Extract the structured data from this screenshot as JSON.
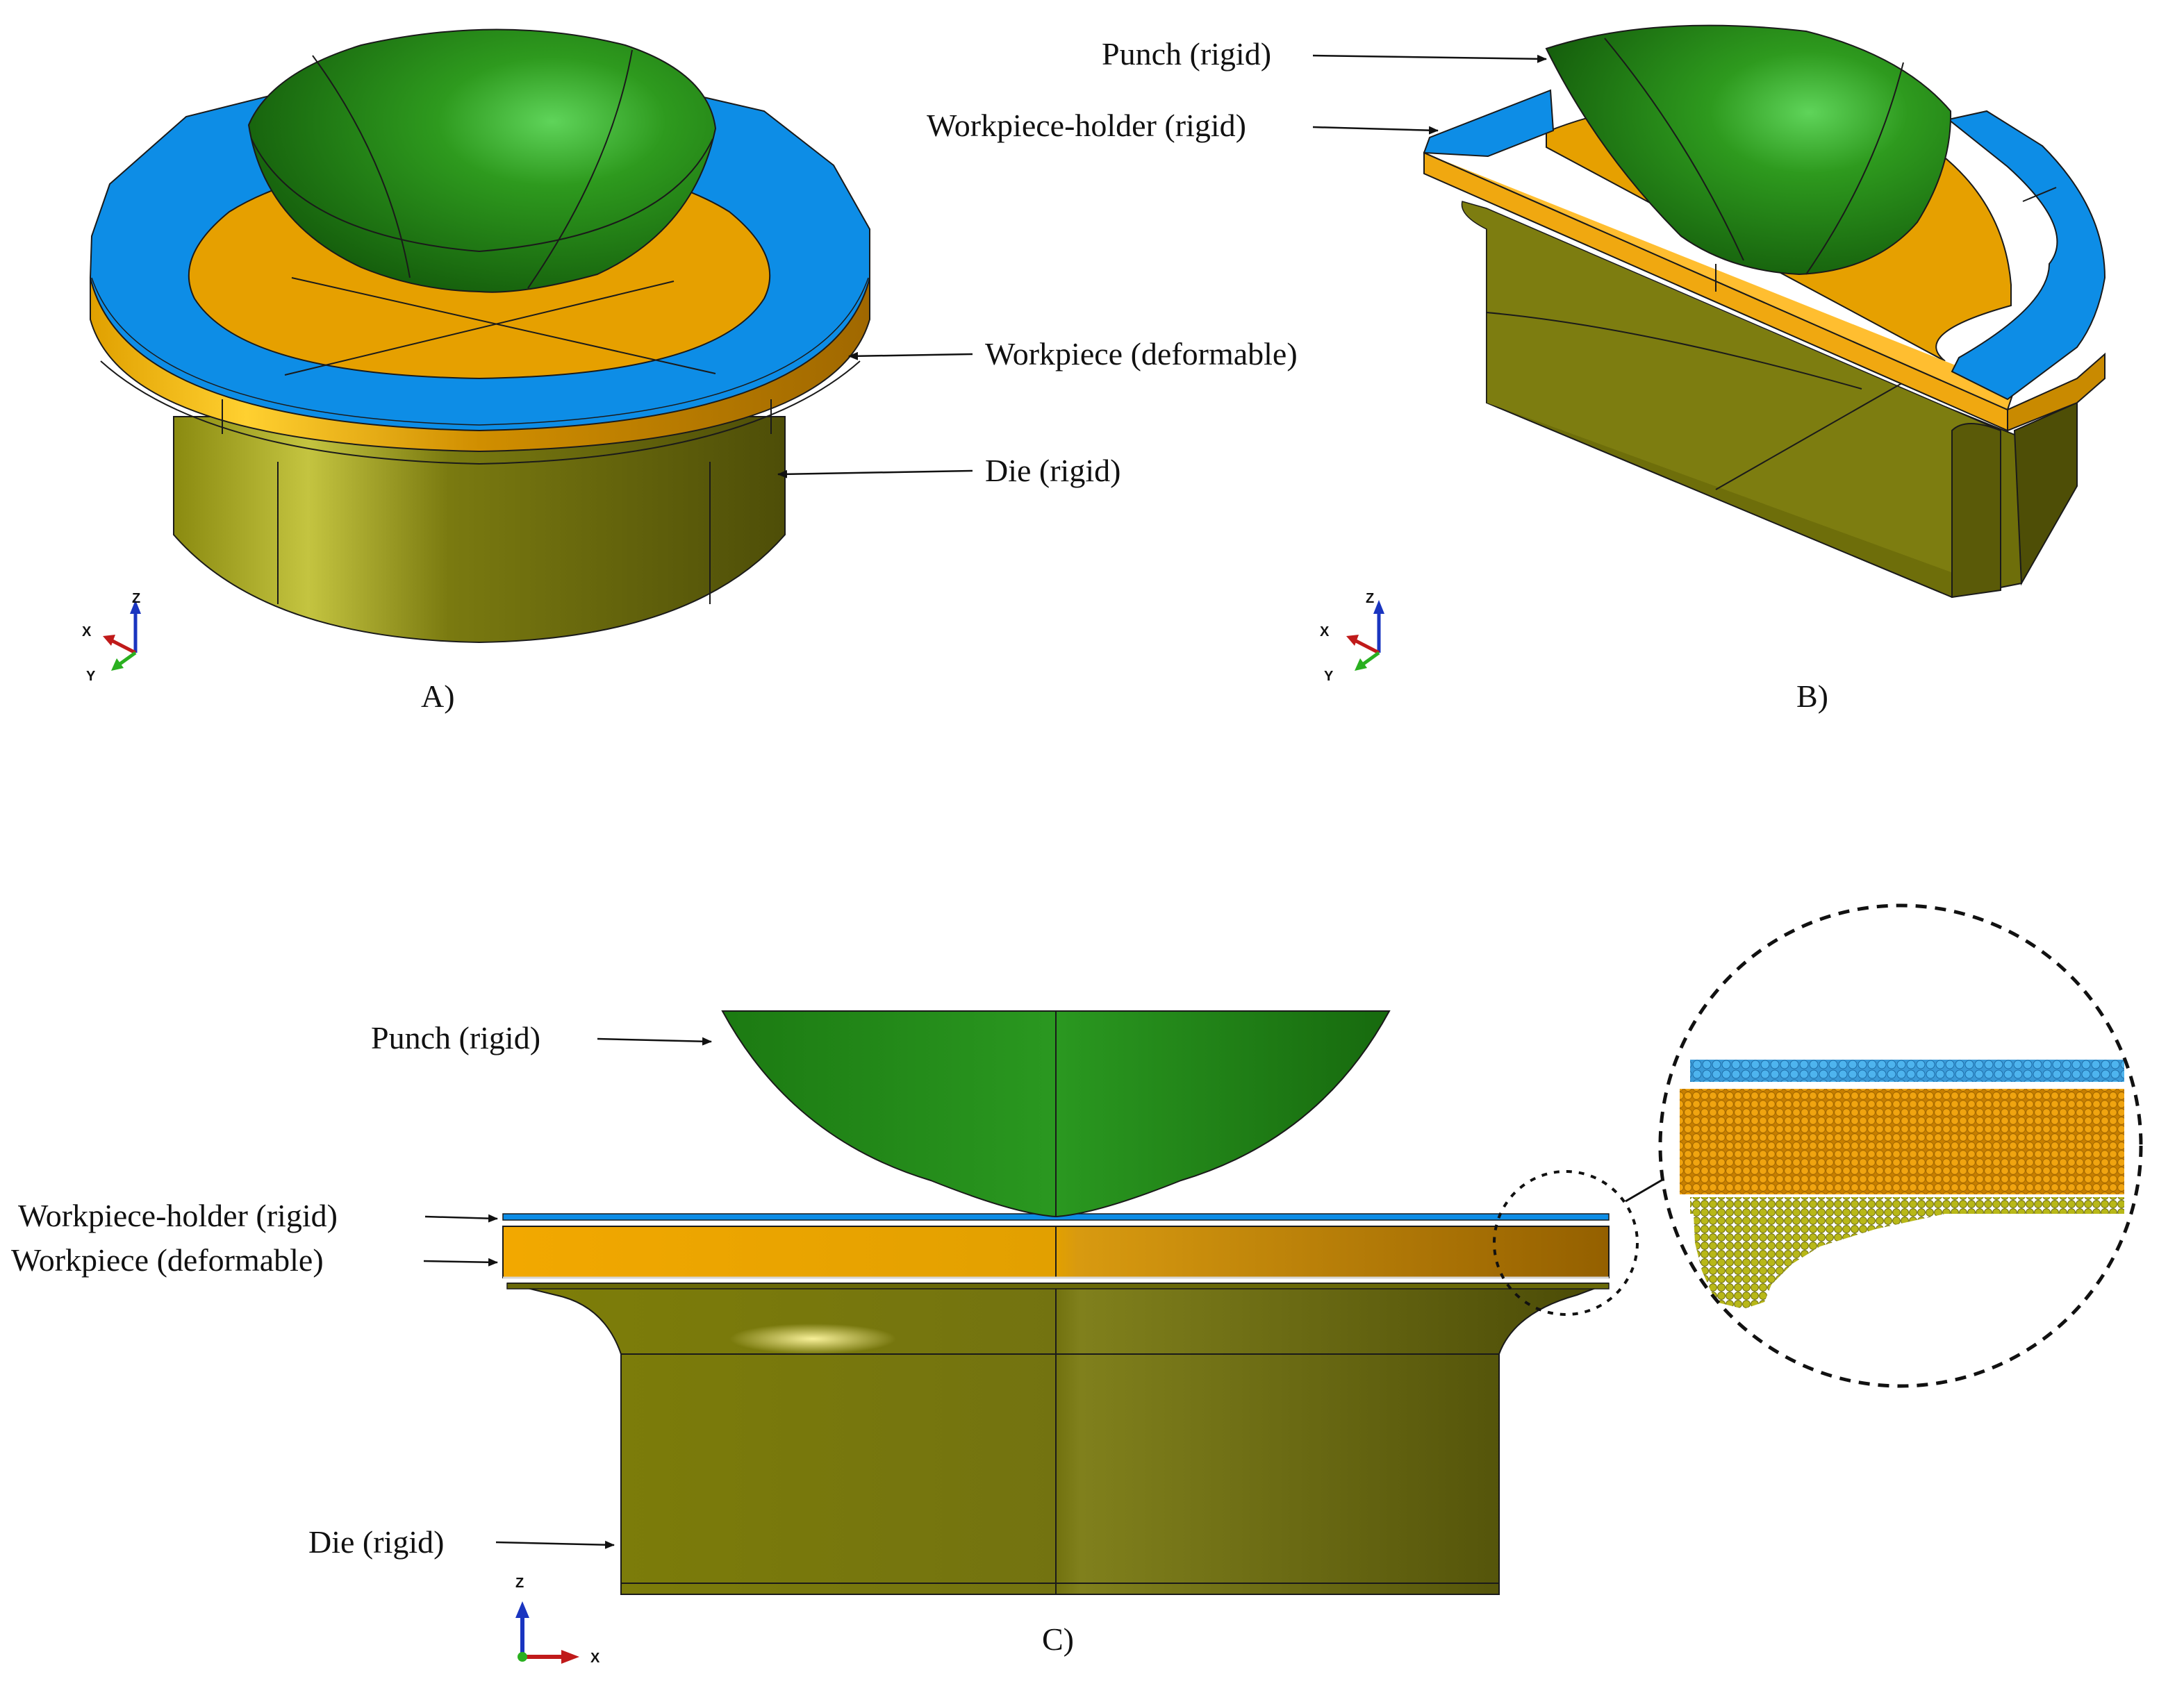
{
  "panels": {
    "a": {
      "caption": "A)",
      "labels": {
        "workpiece": "Workpiece (deformable)",
        "die": "Die (rigid)"
      },
      "axes": {
        "x": "X",
        "y": "Y",
        "z": "Z"
      }
    },
    "b": {
      "caption": "B)",
      "labels": {
        "punch": "Punch (rigid)",
        "holder": "Workpiece-holder (rigid)"
      },
      "axes": {
        "x": "X",
        "y": "Y",
        "z": "Z"
      }
    },
    "c": {
      "caption": "C)",
      "labels": {
        "punch": "Punch (rigid)",
        "holder": "Workpiece-holder (rigid)",
        "workpiece": "Workpiece (deformable)",
        "die": "Die (rigid)"
      },
      "axes": {
        "x": "X",
        "z": "Z"
      }
    }
  },
  "colors": {
    "punch": "#1f7d12",
    "holder": "#0d8de6",
    "workpiece": "#e6a000",
    "die": "#8a8a10"
  }
}
